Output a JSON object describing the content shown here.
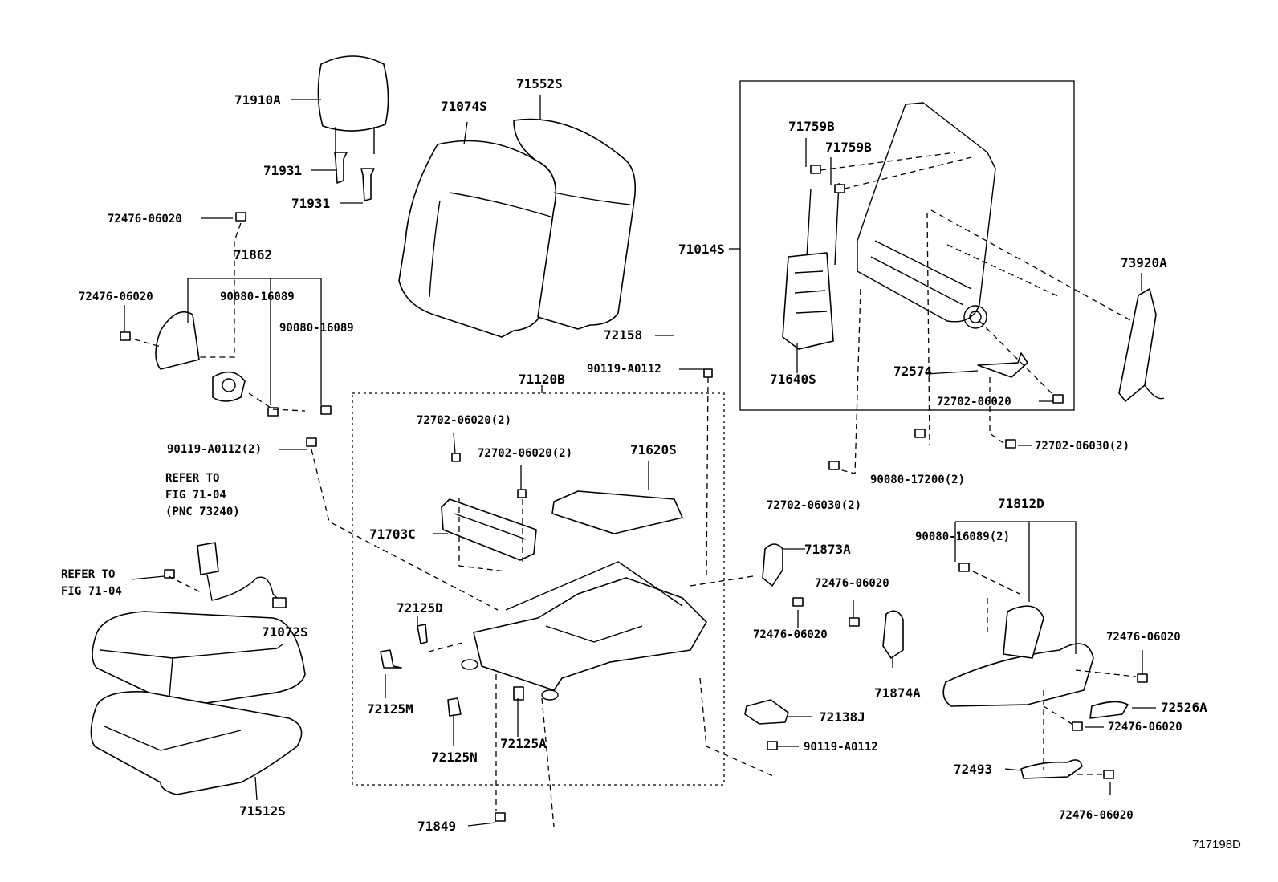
{
  "labels": {
    "l71910A": "71910A",
    "l71931a": "71931",
    "l71931b": "71931",
    "l72476_top": "72476-06020",
    "l71862": "71862",
    "l72476_left": "72476-06020",
    "l90080_a": "90080-16089",
    "l90080_b": "90080-16089",
    "l71074S": "71074S",
    "l71552S": "71552S",
    "l72158": "72158",
    "l90119_mid": "90119-A0112",
    "l71120B": "71120B",
    "l90119_left": "90119-A0112(2)",
    "refer1_line1": "REFER TO",
    "refer1_line2": "FIG 71-04",
    "refer1_line3": "(PNC 73240)",
    "refer2_line1": "REFER TO",
    "refer2_line2": "FIG 71-04",
    "l71072S": "71072S",
    "l71512S": "71512S",
    "l72702_a": "72702-06020(2)",
    "l72702_b": "72702-06020(2)",
    "l71620S": "71620S",
    "l71703C": "71703C",
    "l72125D": "72125D",
    "l72125M": "72125M",
    "l72125N": "72125N",
    "l72125A": "72125A",
    "l71849": "71849",
    "l71759B_a": "71759B",
    "l71759B_b": "71759B",
    "l71014S": "71014S",
    "l71640S": "71640S",
    "l72574": "72574",
    "l72702_c": "72702-06020",
    "l73920A": "73920A",
    "l72702_d": "72702-06030(2)",
    "l90080_17200": "90080-17200(2)",
    "l72702_e": "72702-06030(2)",
    "l71873A": "71873A",
    "l72476_mid1": "72476-06020",
    "l72476_mid2": "72476-06020",
    "l71874A": "71874A",
    "l72138J": "72138J",
    "l90119_bot": "90119-A0112",
    "l71812D": "71812D",
    "l90080_r": "90080-16089(2)",
    "l72476_r1": "72476-06020",
    "l72526A": "72526A",
    "l72476_r2": "72476-06020",
    "l72493": "72493",
    "l72476_r3": "72476-06020",
    "figure_id": "717198D"
  }
}
